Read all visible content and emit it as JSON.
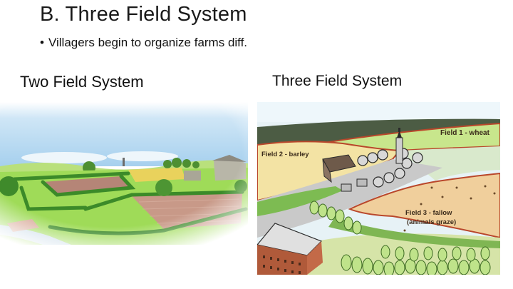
{
  "slide": {
    "title": "B. Three Field System",
    "bullets": [
      {
        "marker": "•",
        "text": "Villagers begin to organize farms diff."
      }
    ]
  },
  "figures": [
    {
      "caption": "Two Field System",
      "image": "illustration of countryside with hedged fields, plowed plots, farmhouse and stream",
      "colors": {
        "sky": "#a9d3ee",
        "grass": "#8fd44f",
        "plowed": "#b58a7a",
        "hedge": "#3f8f2a",
        "water": "#c9dbe8"
      }
    },
    {
      "caption": "Three Field System",
      "image": "illustration of medieval village with church, houses and three labeled fields",
      "labels": {
        "field1": "Field 1 - wheat",
        "field2": "Field 2 - barley",
        "field3_line1": "Field 3 - fallow",
        "field3_line2": "(animals graze)"
      },
      "colors": {
        "wheat": "#c6e58a",
        "barley": "#f3e3a4",
        "fallow": "#f0cf9c",
        "border": "#b9472b",
        "road": "#c9c9c9",
        "hill": "#4a5a40"
      }
    }
  ]
}
